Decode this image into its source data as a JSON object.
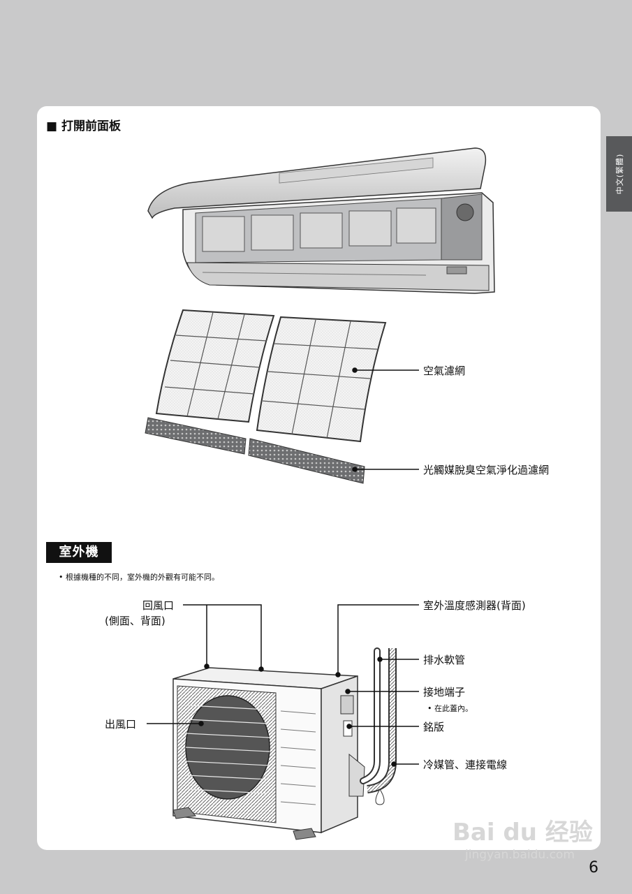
{
  "side_tab": "中文(繁體)",
  "section1": {
    "marker": "■",
    "title": "打開前面板"
  },
  "indoor_labels": {
    "air_filter": "空氣濾網",
    "deodorizing_filter": "光觸媒脫臭空氣淨化過濾網"
  },
  "section2": {
    "badge": "室外機",
    "note": "• 根據機種的不同，室外機的外觀有可能不同。"
  },
  "outdoor_labels": {
    "air_intake": "回風口",
    "air_intake_sub": "(側面、背面)",
    "temp_sensor": "室外溫度感測器(背面)",
    "drain_hose": "排水軟管",
    "earth_terminal": "接地端子",
    "earth_terminal_note": "• 在此蓋內。",
    "nameplate": "銘版",
    "pipes": "冷媒管、連接電線",
    "air_outlet": "出風口"
  },
  "page_number": "6",
  "watermark": {
    "brand": "Bai du 经验",
    "url": "jingyan.baidu.com"
  }
}
